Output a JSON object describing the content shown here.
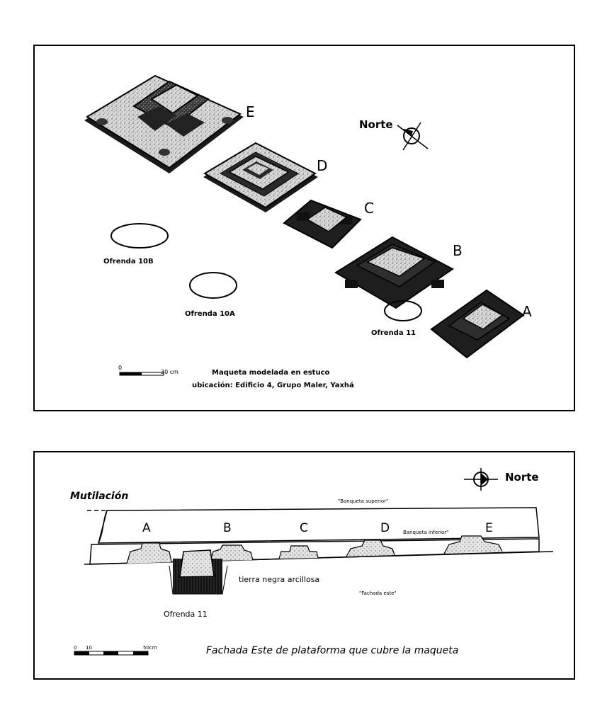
{
  "top_panel": {
    "labels": {
      "E": "E",
      "D": "D",
      "C": "C",
      "B": "B",
      "A": "A"
    },
    "north": "Norte",
    "offerings": {
      "o10b": "Ofrenda 10B",
      "o10a": "Ofrenda 10A",
      "o11": "Ofrenda 11"
    },
    "scale": {
      "start": "0",
      "end": "30 cm"
    },
    "caption": {
      "line1": "Maqueta modelada en estuco",
      "line2": "ubicación: Edificio 4, Grupo Maler, Yaxhá"
    }
  },
  "bottom_panel": {
    "north": "Norte",
    "mutilacion": "Mutilación",
    "banqueta_superior": "\"Banqueta superior\"",
    "banqueta_inferior": "Banqueta inferior\"",
    "fachada_este_note": "\"Fachada este\"",
    "tierra": "tierra negra arcillosa",
    "ofrenda": "Ofrenda 11",
    "letters": [
      "A",
      "B",
      "C",
      "D",
      "E"
    ],
    "scale": {
      "start": "0",
      "mid": "10",
      "end": "50cm"
    },
    "caption": "Fachada Este de plataforma que cubre la maqueta"
  }
}
